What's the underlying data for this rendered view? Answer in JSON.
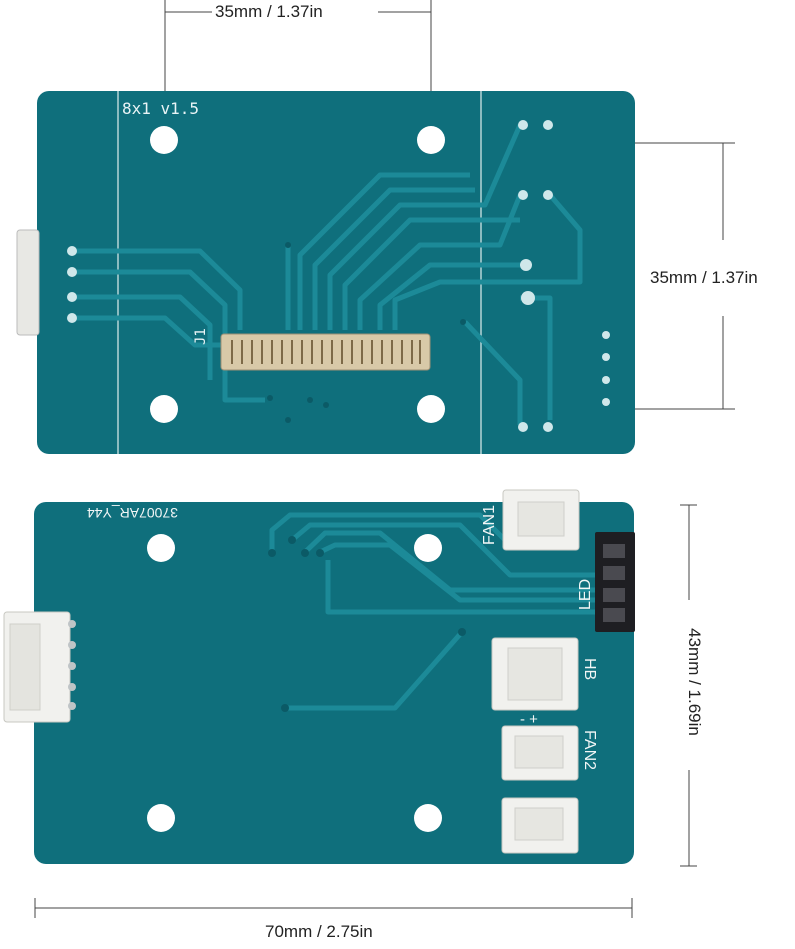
{
  "dimensions": {
    "top_width": "35mm / 1.37in",
    "top_height": "35mm / 1.37in",
    "bottom_height": "43mm / 1.69in",
    "bottom_width": "70mm / 2.75in"
  },
  "top_board": {
    "version_text": "8x1  v1.5",
    "connector_label": "J1"
  },
  "bottom_board": {
    "part_number": "37007AR_Y44",
    "labels": {
      "fan1": "FAN1",
      "led": "LED",
      "hb": "HB",
      "fan2": "FAN2",
      "plus_minus": "- +"
    }
  },
  "colors": {
    "pcb": "#0f6f7c",
    "pcb_dark": "#0b5a66",
    "trace": "#1a8593",
    "silkscreen": "#eef5f5",
    "connector_white": "#f1f1ee"
  }
}
